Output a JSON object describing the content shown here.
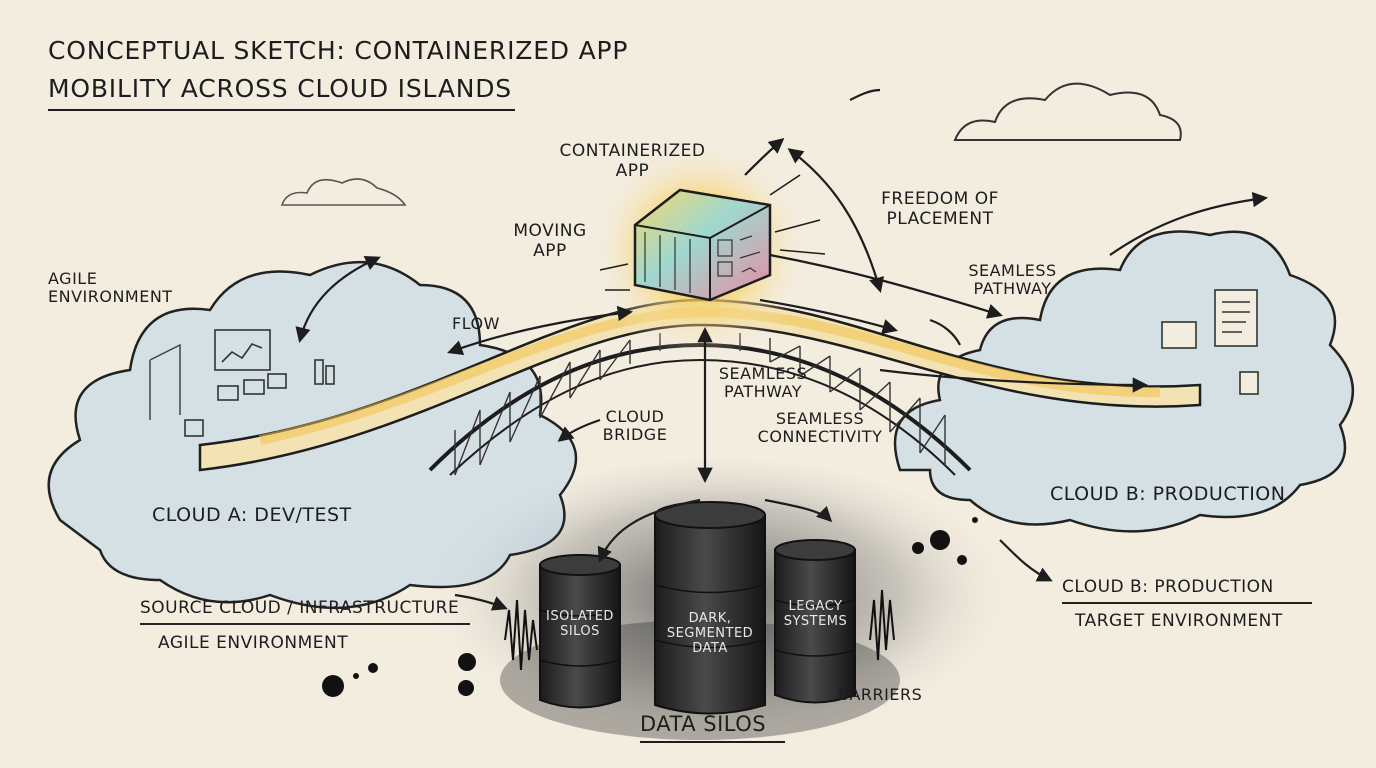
{
  "title": "Conceptual sketch: containerized app\nmobility across cloud islands",
  "labels": {
    "containerized_app": "Containerized\napp",
    "moving_app": "Moving\napp",
    "freedom_of_placement": "Freedom of\nplacement",
    "seamless_pathway_right": "Seamless\npathway",
    "agile_environment_top": "Agile\nenvironment",
    "flow": "Flow",
    "seamless_pathway_center": "Seamless\npathway",
    "cloud_bridge": "Cloud\nbridge",
    "seamless_connectivity": "Seamless\nconnectivity",
    "cloud_a": "Cloud A: Dev/Test",
    "cloud_b": "Cloud B: Production",
    "source_cloud": "Source cloud / infrastructure",
    "agile_environment_bottom": "Agile environment",
    "cloud_b_target": "Cloud B: Production",
    "target_environment": "Target environment",
    "isolated_silos": "Isolated\nsilos",
    "dark_segmented_data": "Dark,\nsegmented\ndata",
    "legacy_systems": "Legacy\nsystems",
    "barriers": "Barriers",
    "data_silos": "Data silos"
  },
  "colors": {
    "paper": "#f3ede0",
    "ink": "#1d1d1d",
    "cloud_wash": "#bcd6ea",
    "glow": "#f6c64b",
    "barrel": "#2b2b2b"
  },
  "icons": [
    "cloud-icon",
    "container-icon",
    "bridge-icon",
    "barrel-icon",
    "chart-icon",
    "document-icon"
  ]
}
